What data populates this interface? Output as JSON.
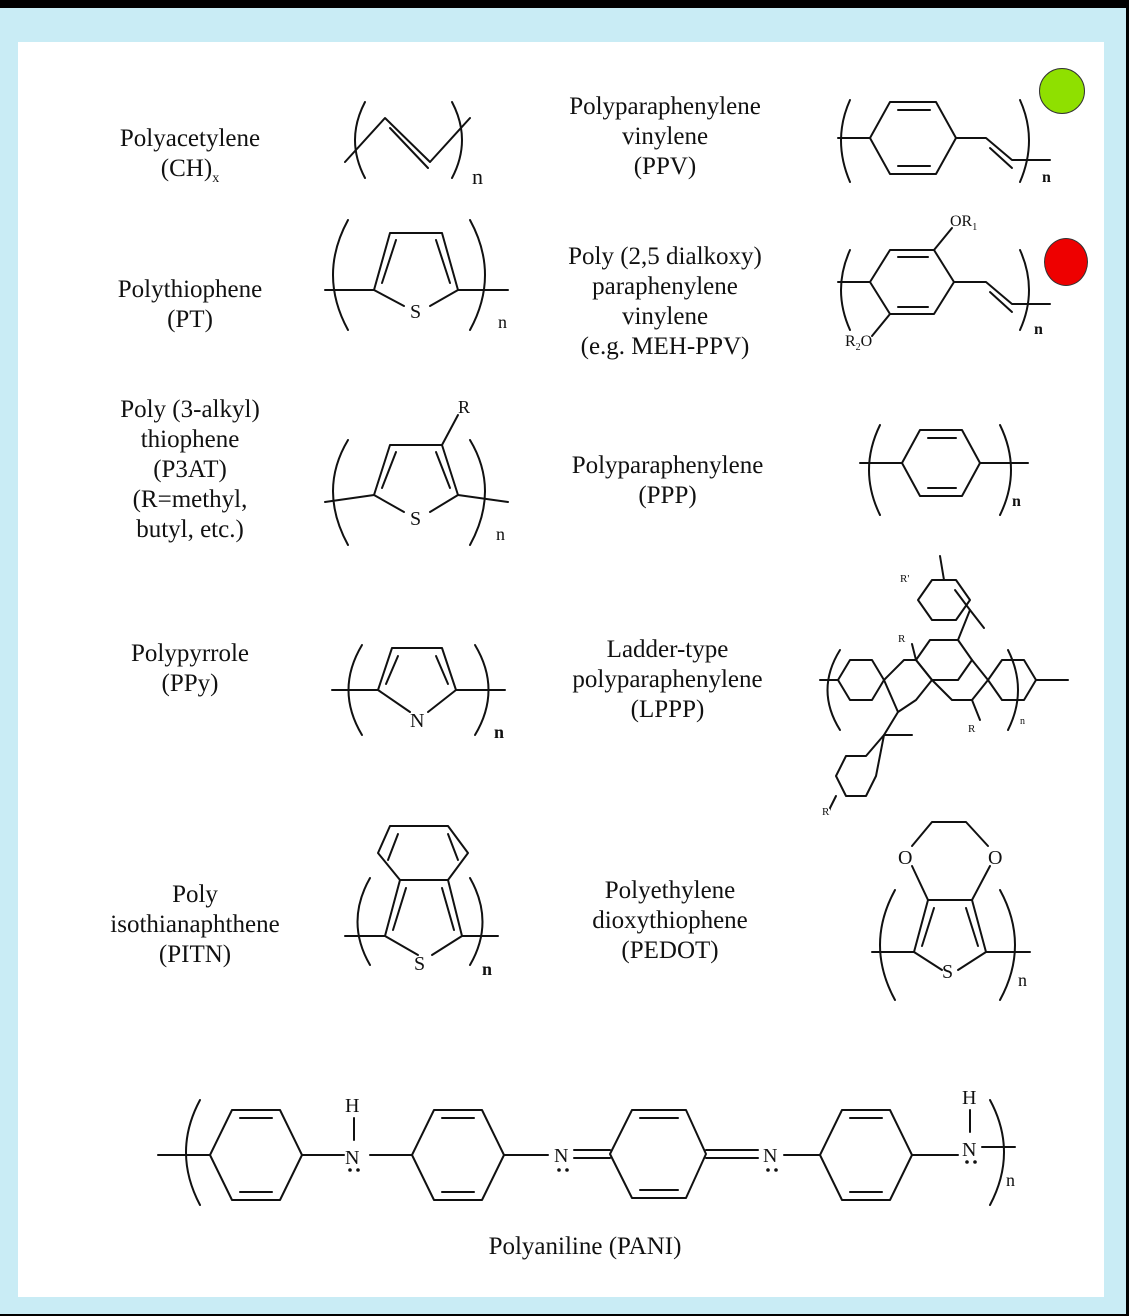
{
  "polymers": {
    "pa": {
      "lines": [
        "Polyacetylene"
      ],
      "formula": "(CH)",
      "formula_sub": "x"
    },
    "ppv": {
      "lines": [
        "Polyparaphenylene",
        "vinylene",
        "(PPV)"
      ]
    },
    "pt": {
      "lines": [
        "Polythiophene",
        "(PT)"
      ]
    },
    "mehppv": {
      "lines": [
        "Poly (2,5 dialkoxy)",
        "paraphenylene",
        "vinylene",
        "(e.g. MEH-PPV)"
      ]
    },
    "p3at": {
      "lines": [
        "Poly (3-alkyl)",
        "thiophene",
        "(P3AT)",
        "(R=methyl,",
        "butyl, etc.)"
      ]
    },
    "ppp": {
      "lines": [
        "Polyparaphenylene",
        "(PPP)"
      ]
    },
    "ppy": {
      "lines": [
        "Polypyrrole",
        "(PPy)"
      ]
    },
    "lppp": {
      "lines": [
        "Ladder-type",
        "polyparaphenylene",
        "(LPPP)"
      ]
    },
    "pitn": {
      "lines": [
        "Poly",
        "isothianaphthene",
        "(PITN)"
      ]
    },
    "pedot": {
      "lines": [
        "Polyethylene",
        "dioxythiophene",
        "(PEDOT)"
      ]
    },
    "pani": {
      "lines": [
        "Polyaniline (PANI)"
      ]
    }
  },
  "atoms": {
    "n": "n",
    "S": "S",
    "N": "N",
    "O": "O",
    "H": "H",
    "R": "R",
    "R_prime": "R'",
    "OR1": "OR",
    "OR1_sub": "1",
    "R2O": "R",
    "R2O_sub": "2",
    "R2O_tail": "O"
  },
  "markers": [
    {
      "name": "green-dot",
      "color": "#8fe000"
    },
    {
      "name": "red-dot",
      "color": "#ee0000"
    }
  ]
}
